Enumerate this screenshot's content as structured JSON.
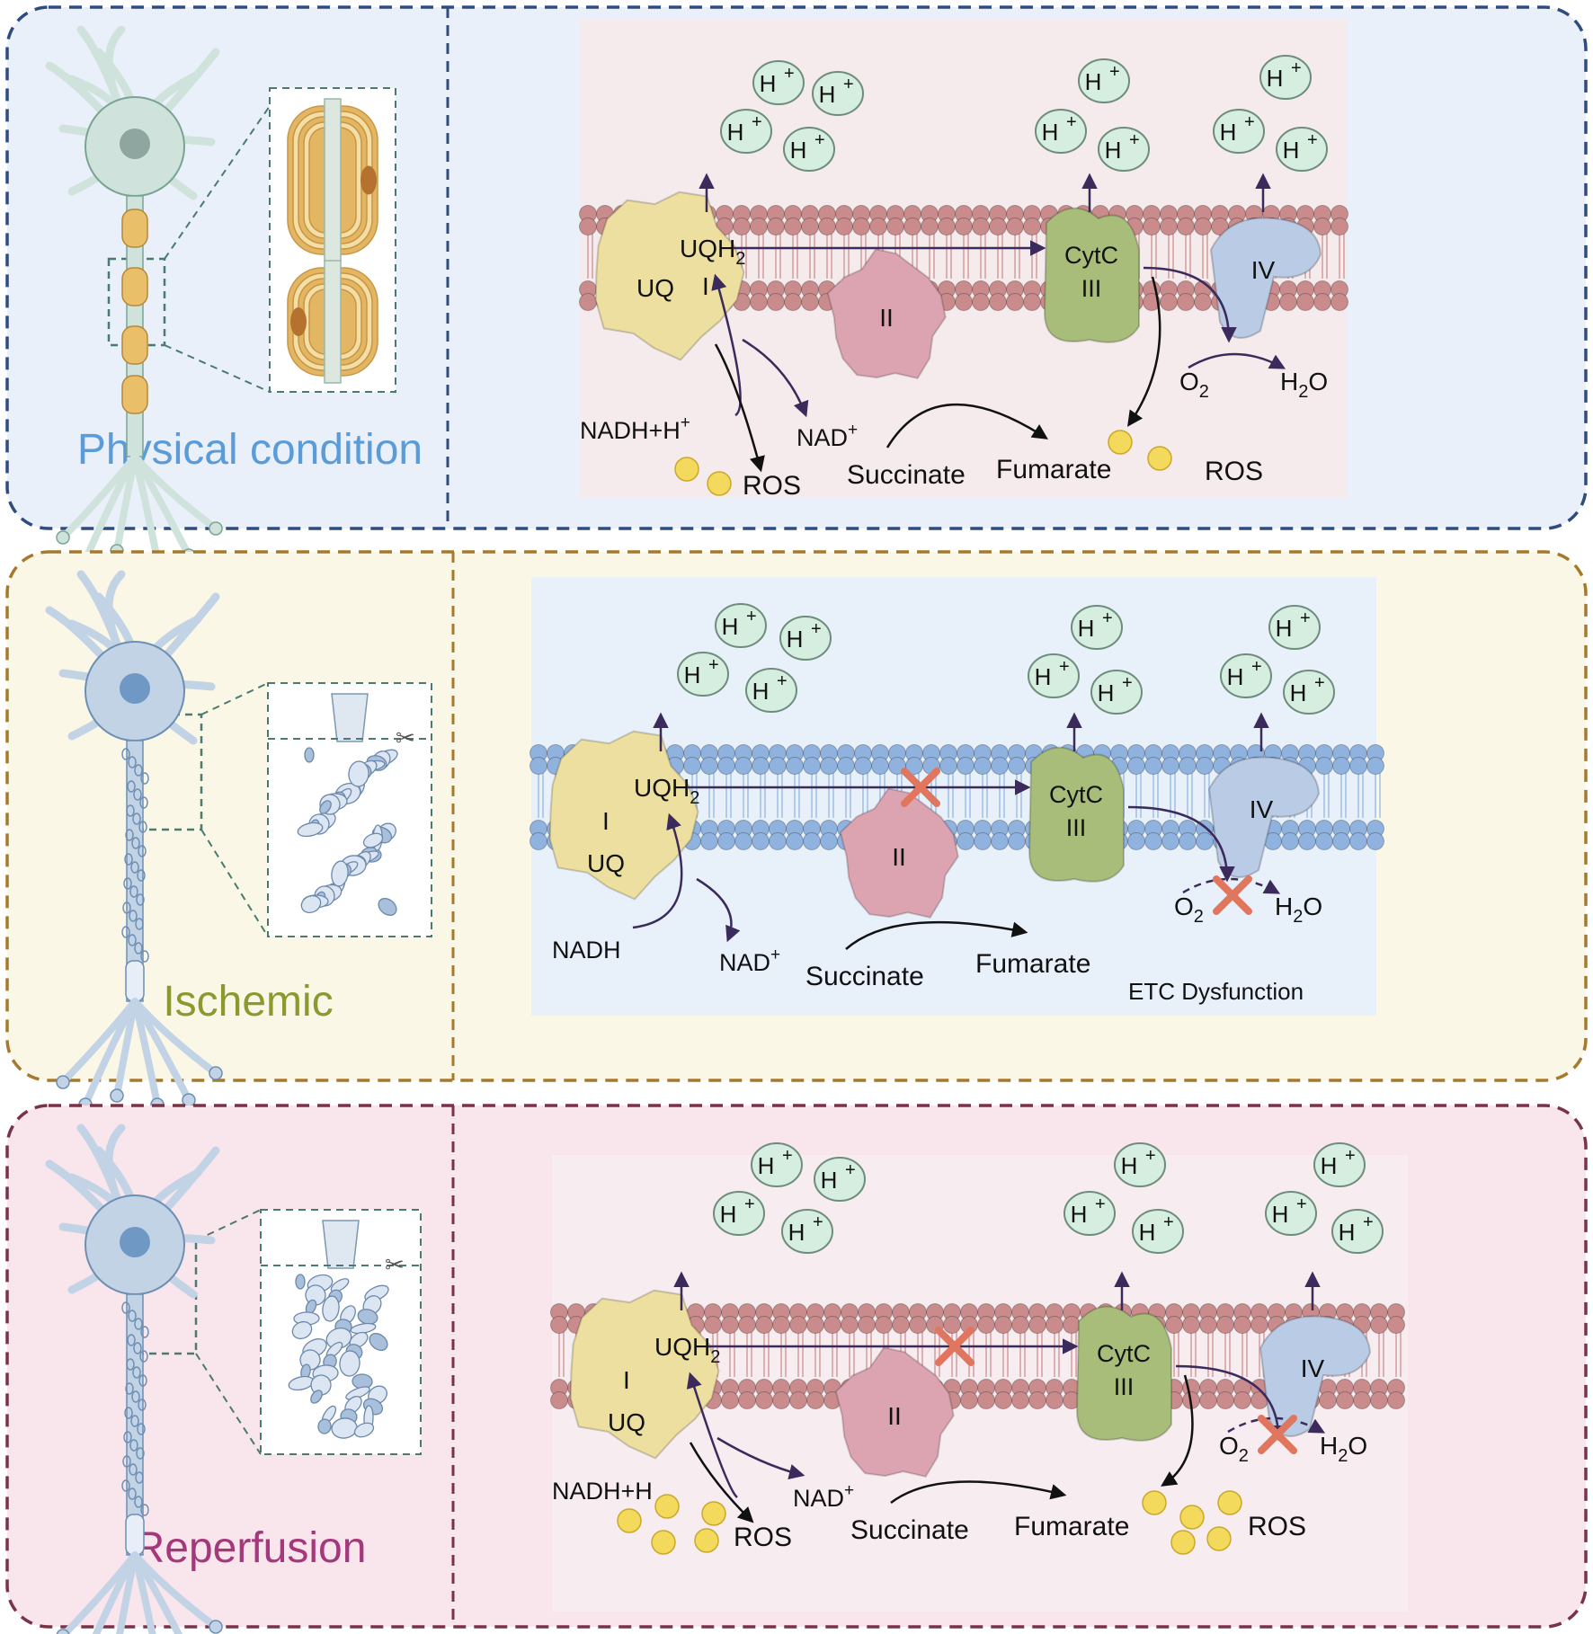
{
  "panels": [
    {
      "title": "Physical condition",
      "title_color": "#5b9bd8",
      "border_color": "#2f4c80",
      "bg_color": "#e9f0f9",
      "labels": {
        "h": "H",
        "plus": "+",
        "uqh": "UQH",
        "sub2": "2",
        "uq": "UQ",
        "c1": "I",
        "c2": "II",
        "cytc": "CytC",
        "c3": "III",
        "c4": "IV",
        "o2": "O",
        "h2o_h": "H",
        "h2o_o": "O",
        "nadh": "NADH+H",
        "nad": "NAD",
        "ros1": "ROS",
        "ros2": "ROS",
        "succinate": "Succinate",
        "fumarate": "Fumarate"
      }
    },
    {
      "title": "Ischemic",
      "title_color": "#8a9a2e",
      "border_color": "#a67a2c",
      "bg_color": "#fbf7e6",
      "labels": {
        "h": "H",
        "plus": "+",
        "uqh": "UQH",
        "sub2": "2",
        "uq": "UQ",
        "c1": "I",
        "c2": "II",
        "cytc": "CytC",
        "c3": "III",
        "c4": "IV",
        "o2": "O",
        "h2o_h": "H",
        "h2o_o": "O",
        "nadh": "NADH",
        "nad": "NAD",
        "succinate": "Succinate",
        "fumarate": "Fumarate",
        "etc": "ETC Dysfunction"
      }
    },
    {
      "title": "Reperfusion",
      "title_color": "#a4387b",
      "border_color": "#7a3346",
      "bg_color": "#f9e5ec",
      "labels": {
        "h": "H",
        "plus": "+",
        "uqh": "UQH",
        "sub2": "2",
        "uq": "UQ",
        "c1": "I",
        "c2": "II",
        "cytc": "CytC",
        "c3": "III",
        "c4": "IV",
        "o2": "O",
        "h2o_h": "H",
        "h2o_o": "O",
        "nadh": "NADH+H",
        "nad": "NAD",
        "ros1": "ROS",
        "ros2": "ROS",
        "succinate": "Succinate",
        "fumarate": "Fumarate"
      }
    }
  ],
  "colors": {
    "membrane_pink": "#c98b8b",
    "membrane_blue": "#8fb2de",
    "complex1": "#ecdf9f",
    "complex2": "#dca3b1",
    "complex3": "#a7bd79",
    "complex4": "#b9cbe5",
    "proton": "#d6eee0",
    "ros": "#f3d95c",
    "arrow": "#3b2a5c"
  }
}
